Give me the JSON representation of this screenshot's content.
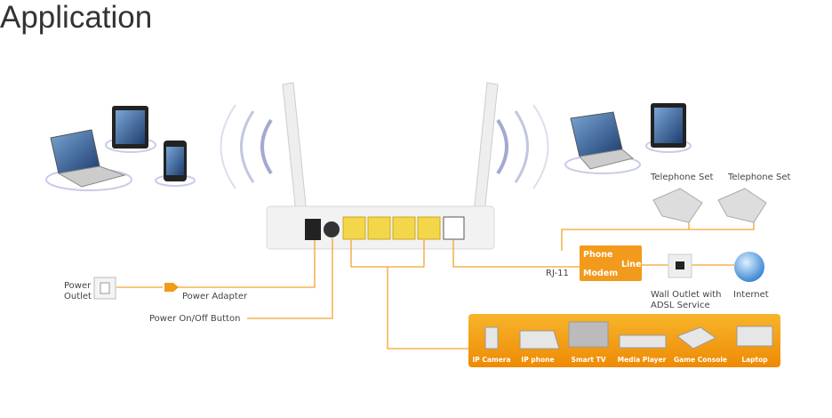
{
  "title": "Application",
  "colors": {
    "accent": "#f29a1c",
    "line": "#f2a331",
    "panel_top": "#f7b52a",
    "panel_bottom": "#ef8a05"
  },
  "labels": {
    "power_outlet": "Power Outlet",
    "power_adapter": "Power Adapter",
    "power_button": "Power On/Off Button",
    "rj11": "RJ-11",
    "telephone_set_1": "Telephone Set",
    "telephone_set_2": "Telephone Set",
    "modem_phone": "Phone",
    "modem_modem": "Modem",
    "modem_line": "Line",
    "wall_outlet": "Wall Outlet with ADSL Service",
    "internet": "Internet"
  },
  "devices": [
    "IP Camera",
    "IP phone",
    "Smart TV",
    "Media Player",
    "Game Console",
    "Laptop"
  ]
}
